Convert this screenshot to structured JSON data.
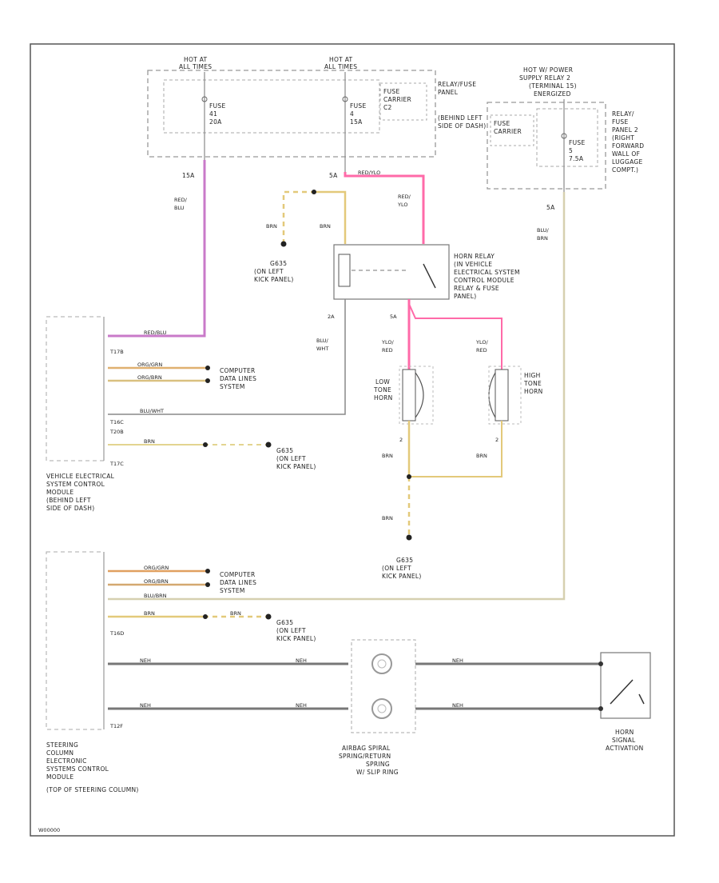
{
  "power": {
    "hot_left": [
      "HOT AT",
      "ALL TIMES"
    ],
    "hot_mid": [
      "HOT AT",
      "ALL TIMES"
    ],
    "hot_right": [
      "HOT W/ POWER",
      "SUPPLY RELAY 2",
      "(TERMINAL 15)",
      "ENERGIZED"
    ]
  },
  "fuses": {
    "f1": [
      "FUSE",
      "41",
      "20A"
    ],
    "f2": [
      "FUSE",
      "4",
      "15A"
    ],
    "f3": [
      "FUSE",
      "5",
      "7.5A"
    ],
    "carrier_left": [
      "FUSE",
      "CARRIER",
      "C2"
    ],
    "carrier_right": [
      "FUSE",
      "CARRIER"
    ]
  },
  "panels": {
    "left_panel": [
      "RELAY/FUSE",
      "PANEL",
      "(BEHIND LEFT",
      "SIDE OF DASH)"
    ],
    "right_panel": [
      "RELAY/",
      "FUSE",
      "PANEL 2",
      "(RIGHT",
      "FORWARD",
      "WALL OF",
      "LUGGAGE",
      "COMPT.)"
    ]
  },
  "grounds": {
    "g_top": [
      "G635",
      "(ON LEFT",
      "KICK PANEL)"
    ],
    "g_mid": [
      "G635",
      "(ON LEFT",
      "KICK PANEL)"
    ],
    "g_horn": [
      "G635",
      "(ON LEFT",
      "KICK PANEL)"
    ],
    "g_low": [
      "G635",
      "(ON LEFT",
      "KICK PANEL)"
    ]
  },
  "components": {
    "horn_relay": [
      "HORN RELAY",
      "(IN VEHICLE",
      "ELECTRICAL SYSTEM",
      "CONTROL MODULE",
      "RELAY & FUSE",
      "PANEL)"
    ],
    "low_horn": [
      "LOW",
      "TONE",
      "HORN"
    ],
    "high_horn": [
      "HIGH",
      "TONE",
      "HORN"
    ],
    "vesc": [
      "VEHICLE ELECTRICAL",
      "SYSTEM CONTROL",
      "MODULE",
      "(BEHIND LEFT",
      "SIDE OF DASH)"
    ],
    "steering": [
      "STEERING",
      "COLUMN",
      "ELECTRONIC",
      "SYSTEMS CONTROL",
      "MODULE",
      "(TOP OF STEERING COLUMN)"
    ],
    "airbag": [
      "AIRBAG SPIRAL",
      "SPRING/RETURN",
      "SPRING",
      "W/ SLIP RING"
    ],
    "horn_switch": [
      "HORN",
      "SIGNAL",
      "ACTIVATION"
    ],
    "data_lines_1": [
      "COMPUTER",
      "DATA LINES",
      "SYSTEM"
    ],
    "data_lines_2": [
      "COMPUTER",
      "DATA LINES",
      "SYSTEM"
    ]
  },
  "wires": {
    "red_blu_upper": [
      "RED/",
      "BLU"
    ],
    "red_ylo_upper": [
      "RED/",
      "YLO"
    ],
    "brn_a": "BRN",
    "brn_b": "BRN",
    "blu_brn": [
      "BLU/",
      "BRN"
    ],
    "blu_wht": [
      "BLU/",
      "WHT"
    ],
    "ylo_red_1": [
      "YLO/",
      "RED"
    ],
    "ylo_red_2": [
      "YLO/",
      "RED"
    ],
    "brn_low": "BRN",
    "brn_high": "BRN",
    "brn_ground": "BRN",
    "red_blu": "RED/BLU",
    "red_ylo": "RED/YLO",
    "org_grn": "ORG/GRN",
    "org_brn": "ORG/BRN",
    "blu_wht_h": "BLU/WHT",
    "brn_h": "BRN",
    "org_grn_2": "ORG/GRN",
    "org_brn_2": "ORG/BRN",
    "blu_brn_h": "BLU/BRN",
    "brn_h2": "BRN",
    "brn_h3": "BRN",
    "nl_1": "NEH",
    "nl_2": "NEH",
    "nl_3": "NEH",
    "nl_4": "NEH",
    "nl_5": "NEH",
    "nl_6": "NEH"
  },
  "pins": {
    "p15a": "15A",
    "p5a": "5A",
    "p5a_b": "5A",
    "p5a_c": "5A",
    "p2a": "2A",
    "p2": "2",
    "p2b": "2",
    "t17b": "T17B",
    "t16c": "T16C",
    "t20b": "T20B",
    "t17c": "T17C",
    "t16d": "T16D",
    "t12f": "T12F"
  },
  "footer": "W00000"
}
